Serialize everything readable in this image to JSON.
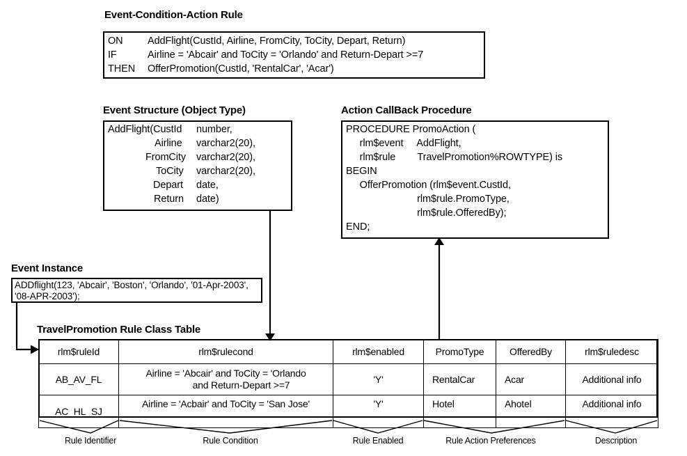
{
  "diagram": {
    "title": "Event-Condition-Action Rule diagram"
  },
  "eca_rule": {
    "caption": "Event-Condition-Action Rule",
    "lines": [
      {
        "keyword": "ON",
        "text": "AddFlight(CustId, Airline, FromCity, ToCity, Depart, Return)"
      },
      {
        "keyword": "IF",
        "text": "Airline = 'Abcair' and ToCity = 'Orlando' and Return-Depart >=7"
      },
      {
        "keyword": "THEN",
        "text": "OfferPromotion(CustId, 'RentalCar', 'Acar')"
      }
    ]
  },
  "event_structure": {
    "caption": "Event Structure (Object Type)",
    "lines": [
      {
        "name": "AddFlight(CustId",
        "type": "number,"
      },
      {
        "name": "Airline",
        "type": "varchar2(20),"
      },
      {
        "name": "FromCity",
        "type": "varchar2(20),"
      },
      {
        "name": "ToCity",
        "type": "varchar2(20),"
      },
      {
        "name": "Depart",
        "type": "date,"
      },
      {
        "name": "Return",
        "type": "date)"
      }
    ]
  },
  "action_procedure": {
    "caption": "Action CallBack Procedure",
    "lines": [
      "PROCEDURE PromoAction (",
      "     rlm$event     AddFlight,",
      "     rlm$rule        TravelPromotion%ROWTYPE) is",
      "BEGIN",
      "     OfferPromotion (rlm$event.CustId,",
      "                          rlm$rule.PromoType,",
      "                          rlm$rule.OfferedBy);",
      "END;"
    ]
  },
  "event_instance": {
    "caption": "Event Instance",
    "lines": [
      "ADDflight(123, 'Abcair', 'Boston', 'Orlando', '01-Apr-2003',",
      "'08-APR-2003');"
    ]
  },
  "rule_class_table": {
    "caption": "TravelPromotion Rule Class Table",
    "columns": [
      "rlm$ruleId",
      "rlm$rulecond",
      "rlm$enabled",
      "PromoType",
      "OfferedBy",
      "rlm$ruledesc"
    ],
    "rows": [
      {
        "ruleId": "AB_AV_FL",
        "rulecond_line1": "Airline = 'Abcair' and ToCity = 'Orlando",
        "rulecond_line2": "and Return-Depart >=7",
        "enabled": "'Y'",
        "promoType": "RentalCar",
        "offeredBy": "Acar",
        "ruledesc": "Additional info"
      },
      {
        "ruleId": "AC_HL_SJ",
        "rulecond_line1": "Airline = 'Acbair' and ToCity = 'San Jose'",
        "rulecond_line2": "",
        "enabled": "'Y'",
        "promoType": "Hotel",
        "offeredBy": "Ahotel",
        "ruledesc": "Additional info"
      }
    ],
    "annotations": [
      "Rule Identifier",
      "Rule Condition",
      "Rule Enabled",
      "Rule Action Preferences",
      "Description"
    ]
  },
  "colors": {
    "ink": "#000000",
    "paper": "#ffffff"
  }
}
